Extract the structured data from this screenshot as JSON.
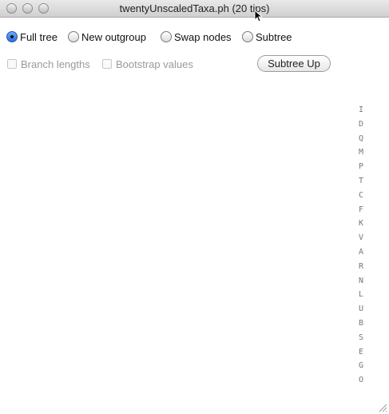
{
  "window": {
    "title": "twentyUnscaledTaxa.ph (20 tips)"
  },
  "view_modes": [
    {
      "label": "Full tree",
      "selected": true
    },
    {
      "label": "New outgroup",
      "selected": false
    },
    {
      "label": "Swap nodes",
      "selected": false
    },
    {
      "label": "Subtree",
      "selected": false
    }
  ],
  "options": [
    {
      "label": "Branch lengths",
      "checked": false,
      "enabled": false
    },
    {
      "label": "Bootstrap values",
      "checked": false,
      "enabled": false
    }
  ],
  "subtree_up_label": "Subtree Up",
  "tip_labels": [
    "I",
    "D",
    "Q",
    "M",
    "P",
    "T",
    "C",
    "F",
    "K",
    "V",
    "A",
    "R",
    "N",
    "L",
    "U",
    "B",
    "S",
    "E",
    "G",
    "O"
  ]
}
